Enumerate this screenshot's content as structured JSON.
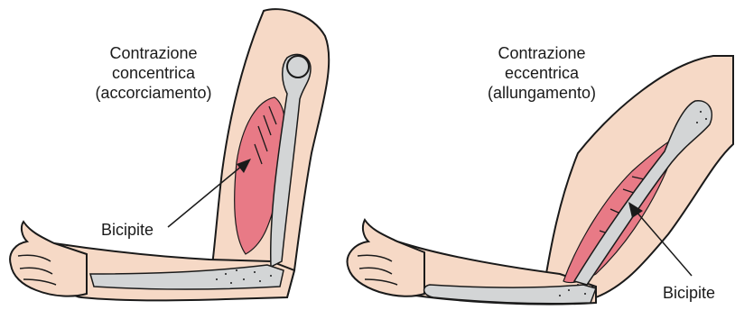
{
  "left_panel": {
    "title_lines": [
      "Contrazione",
      "concentrica",
      "(accorciamento)"
    ],
    "muscle_label": "Bicipite"
  },
  "right_panel": {
    "title_lines": [
      "Contrazione",
      "eccentrica",
      "(allungamento)"
    ],
    "muscle_label": "Bicipite"
  },
  "colors": {
    "skin": "#f6d9c6",
    "skin_outline": "#1a1a1a",
    "muscle": "#e87a86",
    "bone": "#d3d5d6",
    "background": "#ffffff"
  }
}
